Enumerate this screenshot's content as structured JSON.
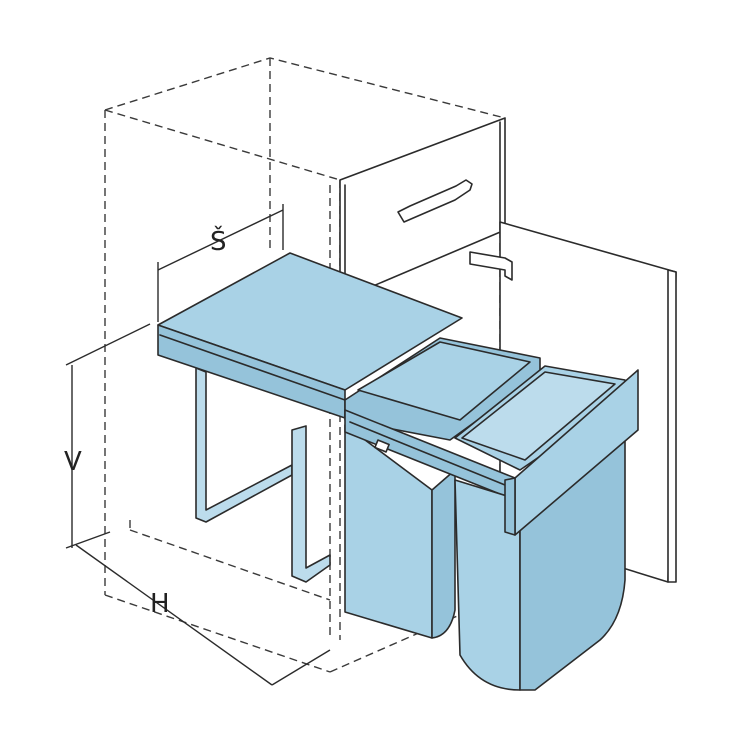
{
  "labels": {
    "width": "Š",
    "height": "V",
    "depth": "H"
  },
  "colors": {
    "accent": "#a9d2e6",
    "outline": "#2b2b2b"
  }
}
